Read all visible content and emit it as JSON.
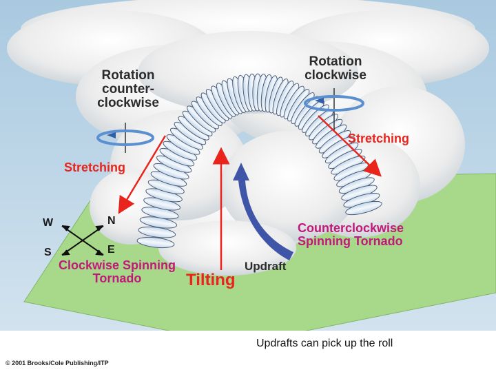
{
  "labels": {
    "rotation_ccw": "Rotation counter-clockwise",
    "rotation_cw": "Rotation clockwise",
    "stretching_left": "Stretching",
    "stretching_right": "Stretching",
    "counterclockwise_tornado": "Counterclockwise Spinning Tornado",
    "clockwise_tornado": "Clockwise Spinning Tornado",
    "tilting": "Tilting",
    "updraft": "Updraft"
  },
  "compass": {
    "north": "N",
    "south": "S",
    "east": "E",
    "west": "W"
  },
  "caption": "Updrafts can pick up the roll",
  "credit": "© 2001 Brooks/Cole Publishing/ITP",
  "colors": {
    "sky": "#b7d3e6",
    "cloud": "#f4f4f4",
    "ground": "#a8d98a",
    "label_red": "#e8241c",
    "label_pink": "#c2187a",
    "updraft_arrow": "#3f55a8",
    "rotation_arrow": "#5a8fd0"
  }
}
